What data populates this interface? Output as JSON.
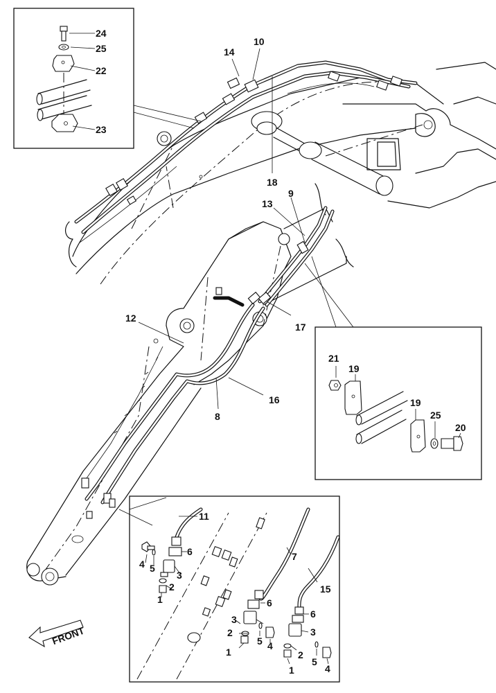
{
  "figure": {
    "front_label": "FRONT"
  },
  "callouts": [
    {
      "id": "c24",
      "text": "24"
    },
    {
      "id": "c25a",
      "text": "25"
    },
    {
      "id": "c22",
      "text": "22"
    },
    {
      "id": "c23",
      "text": "23"
    },
    {
      "id": "c14",
      "text": "14"
    },
    {
      "id": "c10",
      "text": "10"
    },
    {
      "id": "c18",
      "text": "18"
    },
    {
      "id": "c9",
      "text": "9"
    },
    {
      "id": "c13",
      "text": "13"
    },
    {
      "id": "c12",
      "text": "12"
    },
    {
      "id": "c17",
      "text": "17"
    },
    {
      "id": "c16",
      "text": "16"
    },
    {
      "id": "c8",
      "text": "8"
    },
    {
      "id": "c21",
      "text": "21"
    },
    {
      "id": "c19a",
      "text": "19"
    },
    {
      "id": "c19b",
      "text": "19"
    },
    {
      "id": "c25b",
      "text": "25"
    },
    {
      "id": "c20",
      "text": "20"
    },
    {
      "id": "c11",
      "text": "11"
    },
    {
      "id": "c7",
      "text": "7"
    },
    {
      "id": "c6a",
      "text": "6"
    },
    {
      "id": "c4a",
      "text": "4"
    },
    {
      "id": "c5a",
      "text": "5"
    },
    {
      "id": "c3a",
      "text": "3"
    },
    {
      "id": "c2a",
      "text": "2"
    },
    {
      "id": "c1a",
      "text": "1"
    },
    {
      "id": "c15",
      "text": "15"
    },
    {
      "id": "c6b",
      "text": "6"
    },
    {
      "id": "c6c",
      "text": "6"
    },
    {
      "id": "c3b",
      "text": "3"
    },
    {
      "id": "c3c",
      "text": "3"
    },
    {
      "id": "c2b",
      "text": "2"
    },
    {
      "id": "c5b",
      "text": "5"
    },
    {
      "id": "c1b",
      "text": "1"
    },
    {
      "id": "c4b",
      "text": "4"
    },
    {
      "id": "c2c",
      "text": "2"
    },
    {
      "id": "c1c",
      "text": "1"
    },
    {
      "id": "c5c",
      "text": "5"
    },
    {
      "id": "c4c",
      "text": "4"
    }
  ]
}
